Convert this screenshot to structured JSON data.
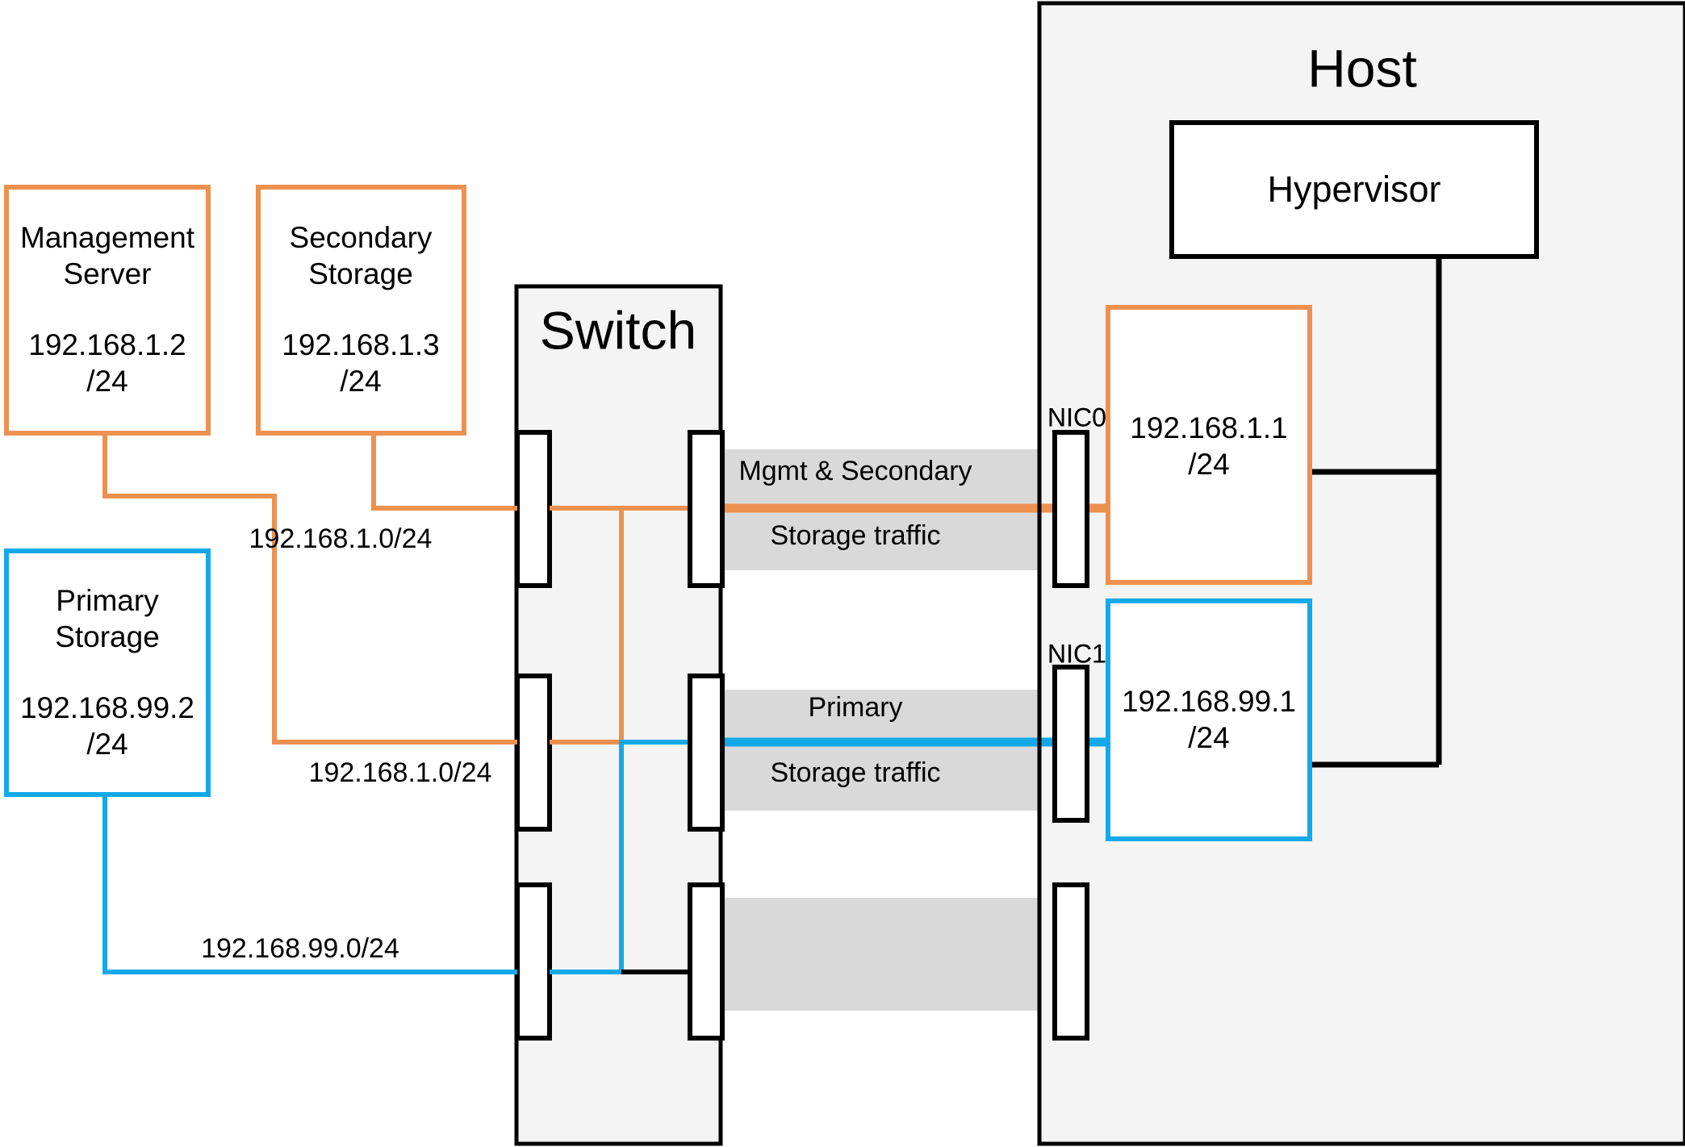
{
  "diagram": {
    "title": "CloudStack basic network topology: management, secondary and primary storage traffic",
    "colors": {
      "orange": "#ed9150",
      "blue": "#13a9e8",
      "black": "#000000",
      "band_gray": "#d9d9d9",
      "panel_gray": "#f4f4f4",
      "background": "#ffffff"
    }
  },
  "nodes": {
    "management_server": {
      "name": "Management Server",
      "line1": "Management",
      "line2": "Server",
      "ip": "192.168.1.2",
      "mask": "/24",
      "border_color": "#ed9150"
    },
    "secondary_storage": {
      "name": "Secondary Storage",
      "line1": "Secondary",
      "line2": "Storage",
      "ip": "192.168.1.3",
      "mask": "/24",
      "border_color": "#ed9150"
    },
    "primary_storage": {
      "name": "Primary Storage",
      "line1": "Primary",
      "line2": "Storage",
      "ip": "192.168.99.2",
      "mask": "/24",
      "border_color": "#13a9e8"
    },
    "switch": {
      "label": "Switch"
    },
    "host": {
      "label": "Host",
      "hypervisor_label": "Hypervisor"
    },
    "nic0": {
      "label": "NIC0",
      "ip": "192.168.1.1",
      "mask": "/24",
      "border_color": "#ed9150"
    },
    "nic1": {
      "label": "NIC1",
      "ip": "192.168.99.1",
      "mask": "/24",
      "border_color": "#13a9e8"
    }
  },
  "traffic_bands": [
    {
      "id": "mgmt-secondary",
      "line1": "Mgmt & Secondary",
      "line2": "Storage traffic",
      "wire_color": "#ed9150"
    },
    {
      "id": "primary",
      "line1": "Primary",
      "line2": "Storage traffic",
      "wire_color": "#13a9e8"
    },
    {
      "id": "unlabeled",
      "line1": "",
      "line2": "",
      "wire_color": ""
    }
  ],
  "link_labels": {
    "mgmt_subnet_upper": "192.168.1.0/24",
    "mgmt_subnet_lower": "192.168.1.0/24",
    "primary_subnet": "192.168.99.0/24"
  }
}
